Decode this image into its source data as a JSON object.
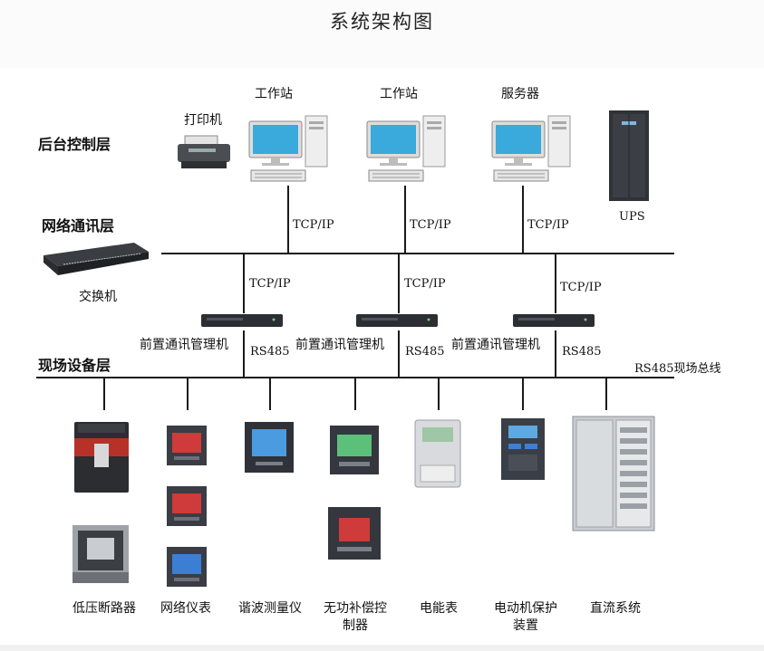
{
  "title": "系统架构图",
  "layers": {
    "backend": "后台控制层",
    "network": "网络通讯层",
    "field": "现场设备层"
  },
  "top_devices": {
    "printer": "打印机",
    "workstation1": "工作站",
    "workstation2": "工作站",
    "server": "服务器",
    "ups": "UPS",
    "switch": "交换机"
  },
  "protocols": {
    "tcpip": "TCP/IP",
    "rs485": "RS485",
    "bus": "RS485现场总线"
  },
  "gateway_label": "前置通讯管理机",
  "field_devices": {
    "breaker": "低压断路器",
    "meter": "网络仪表",
    "harmonic": "谐波测量仪",
    "reactive_line1": "无功补偿控",
    "reactive_line2": "制器",
    "energy": "电能表",
    "motor_line1": "电动机保护",
    "motor_line2": "装置",
    "dc": "直流系统"
  },
  "colors": {
    "line": "#1a1a1a",
    "screen": "#3aa9dc",
    "device_dark": "#2b2e33",
    "device_gray": "#c9ccd0"
  }
}
